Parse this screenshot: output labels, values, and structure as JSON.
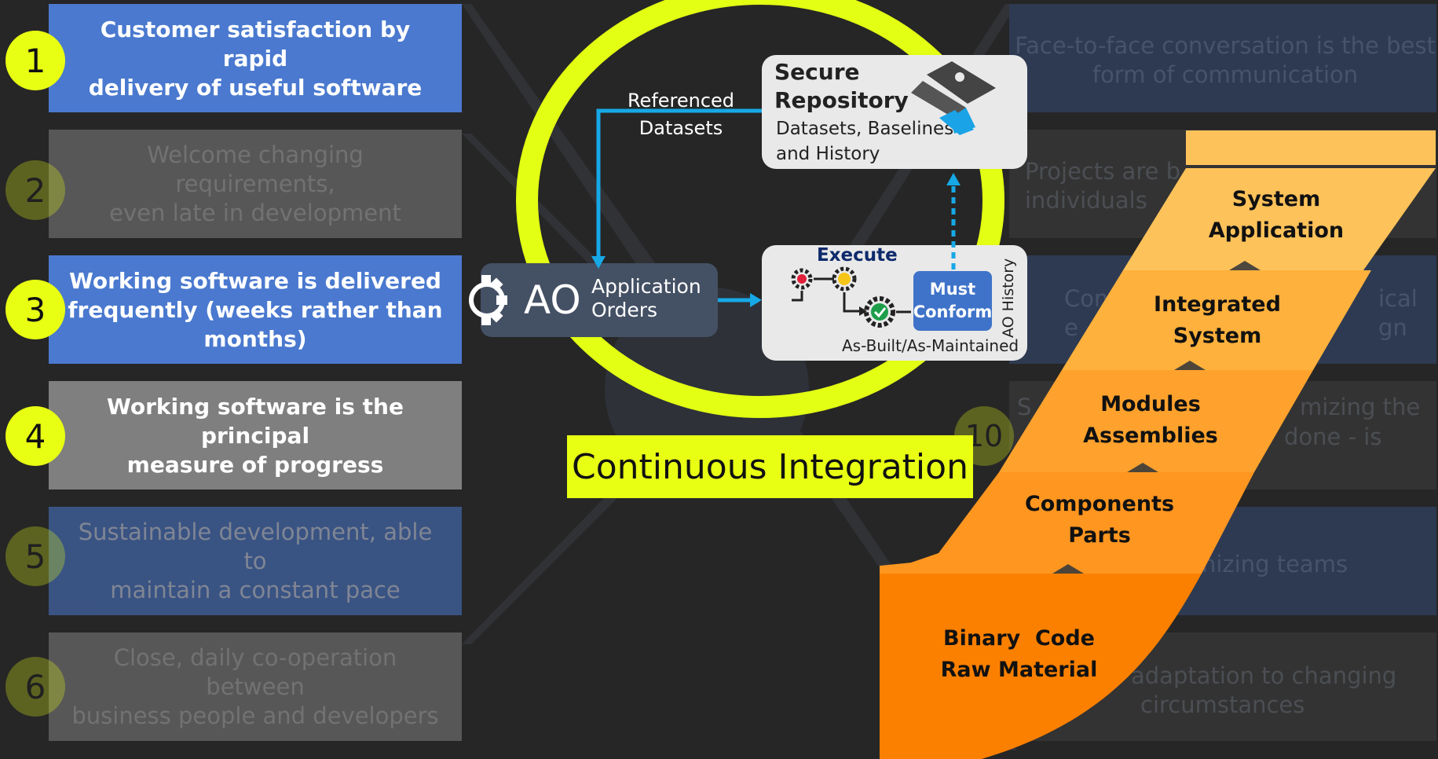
{
  "principles": [
    {
      "num": "1",
      "line1": "Customer satisfaction by rapid",
      "line2": "delivery of useful software",
      "line3": ""
    },
    {
      "num": "2",
      "line1": "Welcome changing requirements,",
      "line2": "even late in development",
      "line3": ""
    },
    {
      "num": "3",
      "line1": "Working software is delivered",
      "line2": "frequently (weeks rather than",
      "line3": "months)"
    },
    {
      "num": "4",
      "line1": "Working software is the principal",
      "line2": "measure of progress",
      "line3": ""
    },
    {
      "num": "5",
      "line1": "Sustainable development, able to",
      "line2": "maintain a constant pace",
      "line3": ""
    },
    {
      "num": "6",
      "line1": "Close, daily co-operation between",
      "line2": "business people and developers",
      "line3": ""
    }
  ],
  "right_principles": {
    "r1_line1": "Face-to-face conversation is the best",
    "r1_line2": "form of communication",
    "r2_frag1": "Projects are b",
    "r2_frag2": "individuals",
    "r3_frag1": "Contin",
    "r3_frag2": "ical",
    "r3_frag3": "e",
    "r3_frag4": "gn",
    "r4_num": "10",
    "r4_frag1": "S",
    "r4_frag2": "mizing the",
    "r4_frag3": "done - is",
    "r5_frag": "nizing teams",
    "r6_frag1": "adaptation to changing",
    "r6_frag2": "circumstances"
  },
  "repository": {
    "title_line1": "Secure",
    "title_line2": "Repository",
    "sub_line1": "Datasets, Baselines",
    "sub_line2": "and History",
    "icon": "puzzle-icon"
  },
  "referenced_datasets": {
    "line1": "Referenced",
    "line2": "Datasets"
  },
  "ao": {
    "abbr": "AO",
    "line1": "Application",
    "line2": "Orders",
    "icon": "gear-icon"
  },
  "execute": {
    "title": "Execute",
    "must_line1": "Must",
    "must_line2": "Conform",
    "history": "AO History",
    "footer": "As-Built/As-Maintained"
  },
  "continuous_integration": "Continuous Integration",
  "levels": [
    {
      "line1": "System",
      "line2": "Application",
      "color": "#fec25a"
    },
    {
      "line1": "Integrated",
      "line2": "System",
      "color": "#feb13c"
    },
    {
      "line1": "Modules",
      "line2": "Assemblies",
      "color": "#fea22d"
    },
    {
      "line1": "Components",
      "line2": "Parts",
      "color": "#fe9620"
    },
    {
      "line1": "Binary  Code",
      "line2": "Raw Material",
      "color": "#fb8000"
    }
  ],
  "colors": {
    "accent": "#e8ff14",
    "blue": "#4a79cf",
    "gray": "#7f7f7f",
    "arrow": "#17a8e6",
    "must": "#3f73c9"
  }
}
